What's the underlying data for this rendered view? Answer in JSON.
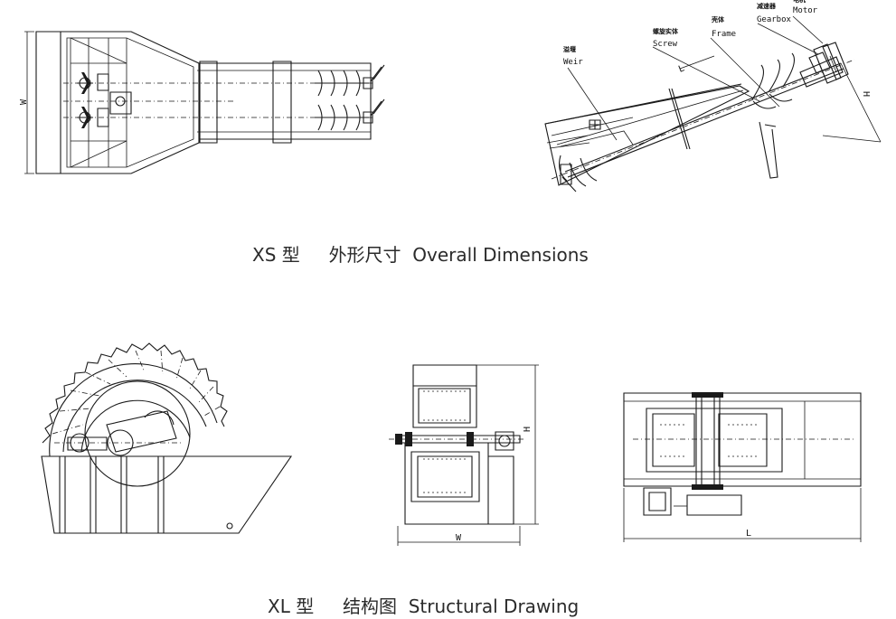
{
  "captions": {
    "xs": {
      "model": "XS 型",
      "cn": "外形尺寸",
      "en": "Overall Dimensions"
    },
    "xl": {
      "model": "XL 型",
      "cn": "结构图",
      "en": "Structural Drawing"
    }
  },
  "xs_top_view": {
    "dim_w": "W"
  },
  "xs_side_view": {
    "labels": [
      {
        "cn": "溢堰",
        "en": "Weir"
      },
      {
        "cn": "螺旋实体",
        "en": "Screw"
      },
      {
        "cn": "壳体",
        "en": "Frame"
      },
      {
        "cn": "减速器",
        "en": "Gearbox"
      },
      {
        "cn": "电机",
        "en": "Motor"
      }
    ],
    "dim_l": "L",
    "dim_h": "H"
  },
  "xl_front_view": {
    "dim_h": "H",
    "dim_w": "W"
  },
  "xl_top_view": {
    "dim_l": "L"
  }
}
